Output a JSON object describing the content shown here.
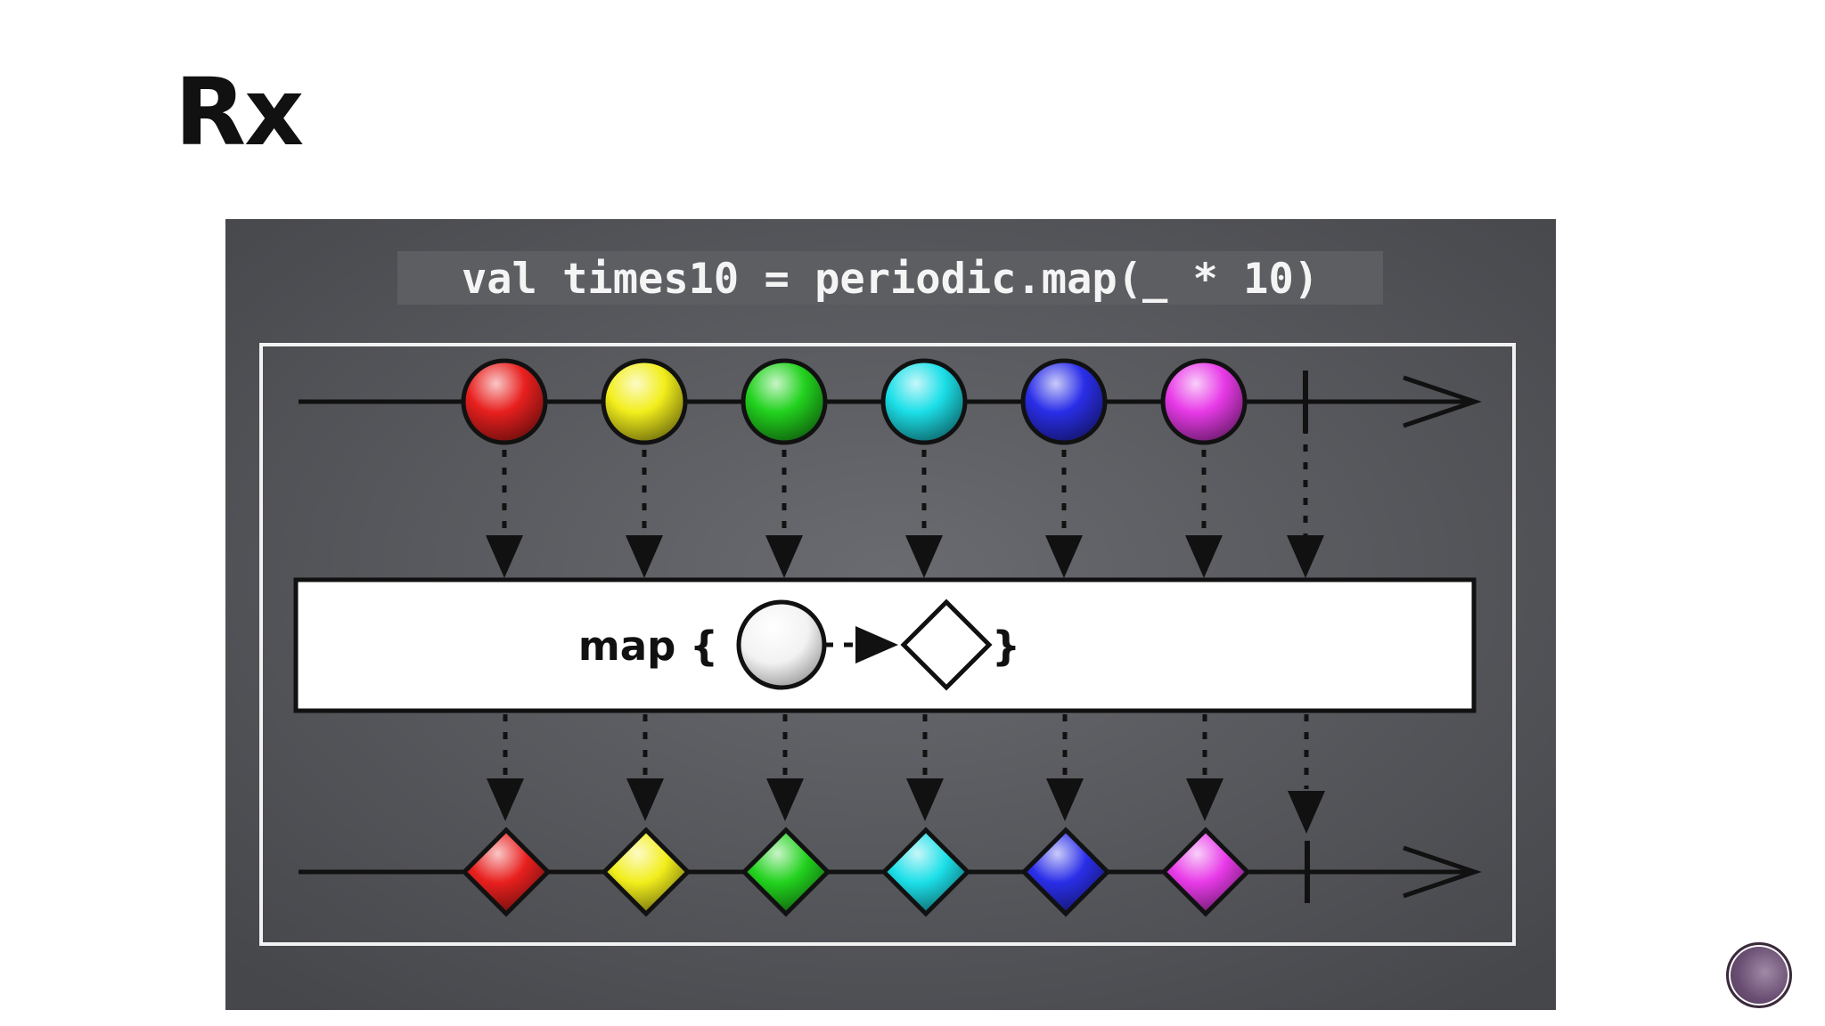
{
  "slide": {
    "title": "Rx"
  },
  "diagram": {
    "code": "val times10 = periodic.map(_ * 10)",
    "operator_label": "map {",
    "operator_close": "}",
    "background_color": "#55565a",
    "frame_color": "#f2f2f2",
    "input_marbles": [
      {
        "color": "#e8201e",
        "name": "red"
      },
      {
        "color": "#f2ee1c",
        "name": "yellow"
      },
      {
        "color": "#22d21e",
        "name": "green"
      },
      {
        "color": "#1cdfe8",
        "name": "cyan"
      },
      {
        "color": "#2a2ee8",
        "name": "blue"
      },
      {
        "color": "#e83ae8",
        "name": "magenta"
      }
    ],
    "output_marbles": [
      {
        "color": "#e8201e",
        "name": "red"
      },
      {
        "color": "#f2ee1c",
        "name": "yellow"
      },
      {
        "color": "#22d21e",
        "name": "green"
      },
      {
        "color": "#1cdfe8",
        "name": "cyan"
      },
      {
        "color": "#2a2ee8",
        "name": "blue"
      },
      {
        "color": "#e83ae8",
        "name": "magenta"
      }
    ],
    "completion_marker": true
  },
  "corner_avatar": {
    "icon": "presenter-avatar-icon"
  }
}
